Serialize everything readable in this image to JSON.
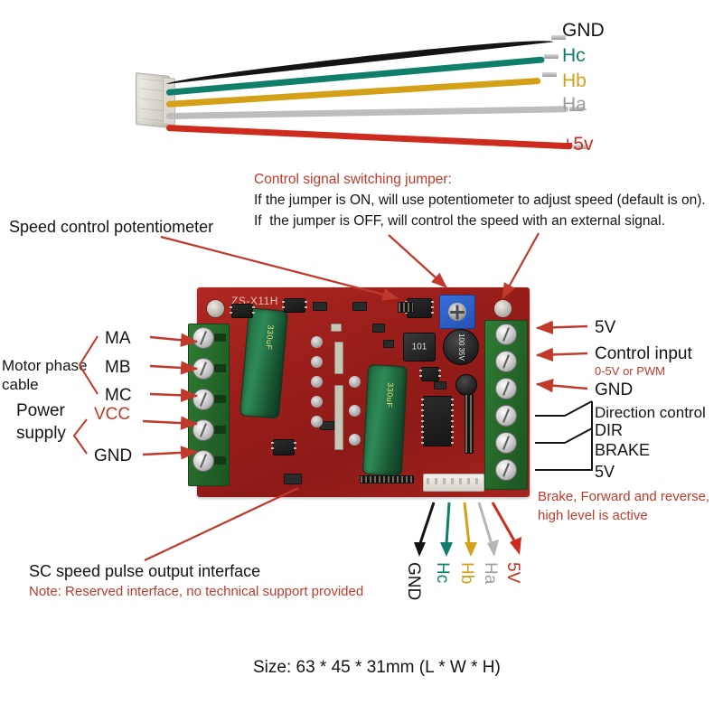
{
  "cable": {
    "wires": [
      {
        "label": "GND",
        "color": "#141414"
      },
      {
        "label": "Hc",
        "color": "#0f7f6b"
      },
      {
        "label": "Hb",
        "color": "#d4a017"
      },
      {
        "label": "Ha",
        "color": "#9e9e9e"
      },
      {
        "label": "+5v",
        "color": "#cc2b1d"
      }
    ]
  },
  "annotations": {
    "jumper_title": "Control signal switching jumper:",
    "jumper_line1": "If the jumper is ON, will use potentiometer to adjust speed (default is on).",
    "jumper_line2": "If  the jumper is OFF, will control the speed with an external signal.",
    "potentiometer": "Speed control potentiometer",
    "sc_title": "SC speed pulse output interface",
    "sc_note": "Note: Reserved interface, no technical support provided",
    "brake_note_line1": "Brake, Forward and reverse,",
    "brake_note_line2": "high level is active",
    "size": "Size: 63 * 45 * 31mm (L * W * H)"
  },
  "left_terminals": {
    "group_motor": "Motor phase\ncable",
    "group_power": "Power\nsupply",
    "items": [
      {
        "label": "MA",
        "color": "#141414"
      },
      {
        "label": "MB",
        "color": "#141414"
      },
      {
        "label": "MC",
        "color": "#141414"
      },
      {
        "label": "VCC",
        "color": "#c0392b"
      },
      {
        "label": "GND",
        "color": "#141414"
      }
    ]
  },
  "right_terminals": {
    "items": [
      {
        "label": "5V"
      },
      {
        "label": "Control input"
      },
      {
        "label": "GND"
      },
      {
        "label": "Direction control"
      },
      {
        "label": "DIR"
      },
      {
        "label": "BRAKE"
      },
      {
        "label": "5V"
      }
    ],
    "control_sub": "0-5V or PWM"
  },
  "bottom_connector": {
    "pins": [
      {
        "label": "GND",
        "color": "#141414"
      },
      {
        "label": "Hc",
        "color": "#0f7f6b"
      },
      {
        "label": "Hb",
        "color": "#d4a017"
      },
      {
        "label": "Ha",
        "color": "#9e9e9e"
      },
      {
        "label": "5V",
        "color": "#cc2b1d"
      }
    ]
  },
  "board": {
    "silkscreen": "ZS-X11H",
    "cap_big_1": "330uF",
    "cap_big_2": "330uF",
    "inductor": "101",
    "cap_electro": "100\n35V"
  },
  "colors": {
    "accent_red": "#c0392b",
    "pcb_red": "#9c1f1b",
    "terminal_green": "#246528",
    "trimpot_blue": "#2451b4"
  }
}
